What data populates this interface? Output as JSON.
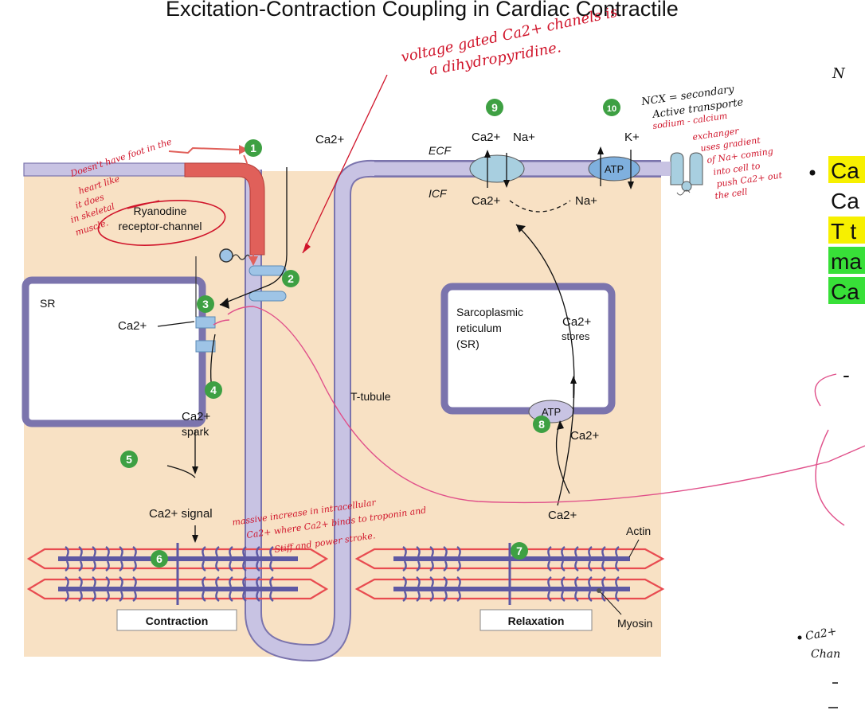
{
  "title": "Excitation-Contraction Coupling in Cardiac Contractile",
  "steps": [
    "1",
    "2",
    "3",
    "4",
    "5",
    "6",
    "7",
    "8",
    "9",
    "10"
  ],
  "labels": {
    "ca_top": "Ca2+",
    "ecf": "ECF",
    "icf": "ICF",
    "ryanodine_1": "Ryanodine",
    "ryanodine_2": "receptor-channel",
    "sr": "SR",
    "ca_sr": "Ca2+",
    "ttubule": "T-tubule",
    "ca_spark_1": "Ca2+",
    "ca_spark_2": "spark",
    "ca_signal": "Ca2+ signal",
    "sarco_1": "Sarcoplasmic",
    "sarco_2": "reticulum",
    "sarco_3": "(SR)",
    "stores_1": "Ca2+",
    "stores_2": "stores",
    "atp_sr": "ATP",
    "ca_8": "Ca2+",
    "ca_7": "Ca2+",
    "ca_9_top": "Ca2+",
    "na_9_top": "Na+",
    "ca_9_bottom": "Ca2+",
    "na_9_bottom": "Na+",
    "k_10": "K+",
    "na_10": "Na+",
    "atp_pump": "ATP",
    "actin": "Actin",
    "myosin": "Myosin",
    "contraction": "Contraction",
    "relaxation": "Relaxation"
  },
  "handwriting": {
    "voltage_1": "voltage gated Ca2+ chanels is",
    "voltage_2": "a dihydropyridine.",
    "ncx_1": "NCX = secondary",
    "ncx_2": "Active transporte",
    "ncx_3": "sodium - calcium",
    "ncx_4": "exchanger",
    "ncx_5": "uses gradient",
    "ncx_6": "of Na+ coming",
    "ncx_7": "into cell to",
    "ncx_8": "push Ca2+ out",
    "ncx_9": "the cell",
    "foot_1": "Doesn't have foot in the",
    "foot_2": "heart like",
    "foot_3": "it does",
    "foot_4": "in skeletal",
    "foot_5": "muscle.",
    "signal_1": "massive increase in intracellular",
    "signal_2": "Ca2+ where Ca2+ binds to troponin and",
    "signal_3": "Stiff and power stroke.",
    "corner_m": "N",
    "bottom_1": "Ca2+",
    "bottom_2": "Chan",
    "dash": "-"
  },
  "right_notes": [
    "Ca",
    "Ca",
    "T t",
    "ma",
    "Ca"
  ],
  "colors": {
    "cell": "#f8e1c4",
    "membrane": "#c8c3e3",
    "membrane_edge": "#7b74ad",
    "ttubule_red": "#e0605a",
    "green": "#3ea043",
    "channel": "#9ec4e6",
    "pump": "#a8cfe0",
    "highlight_yellow": "#f7f000",
    "highlight_green": "#38e038",
    "ink_red": "#d0142a",
    "filament_red": "#e84b50"
  }
}
